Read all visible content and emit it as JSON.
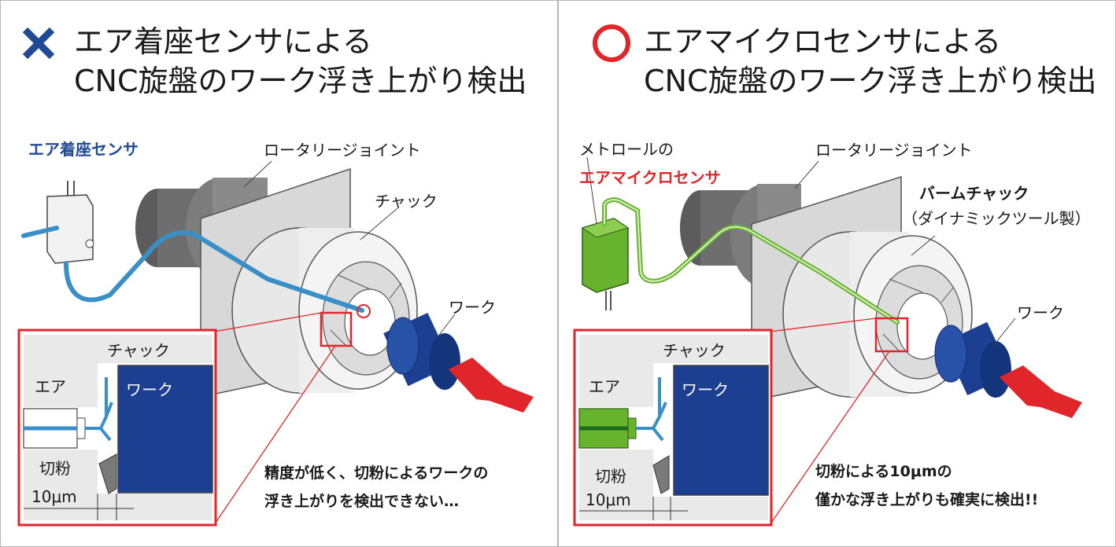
{
  "colors": {
    "accent_red": "#e1262b",
    "accent_blue": "#1f4a96",
    "sensor_blue": "#3a8fc7",
    "micro_green": "#68b32d",
    "work_blue": "#1c3f92"
  },
  "left": {
    "icon": "cross-mark-icon",
    "title_line1": "エア着座センサによる",
    "title_line2": "CNC旋盤のワーク浮き上がり検出",
    "sensor_label": "エア着座センサ",
    "rotary_joint_label": "ロータリージョイント",
    "chuck_label": "チャック",
    "work_label": "ワーク",
    "inset": {
      "chuck": "チャック",
      "work": "ワーク",
      "air": "エア",
      "chips": "切粉",
      "dimension": "10μm"
    },
    "caption_line1": "精度が低く、切粉によるワークの",
    "caption_line2": "浮き上がりを検出できない…"
  },
  "right": {
    "icon": "circle-mark-icon",
    "title_line1": "エアマイクロセンサによる",
    "title_line2": "CNC旋盤のワーク浮き上がり検出",
    "maker_label": "メトロールの",
    "sensor_label": "エアマイクロセンサ",
    "rotary_joint_label": "ロータリージョイント",
    "chuck_label": "バームチャック",
    "chuck_maker": "（ダイナミックツール製）",
    "work_label": "ワーク",
    "inset": {
      "chuck": "チャック",
      "work": "ワーク",
      "air": "エア",
      "chips": "切粉",
      "dimension": "10μm"
    },
    "caption_line1": "切粉による10μmの",
    "caption_line2": "僅かな浮き上がりも確実に検出!!"
  }
}
